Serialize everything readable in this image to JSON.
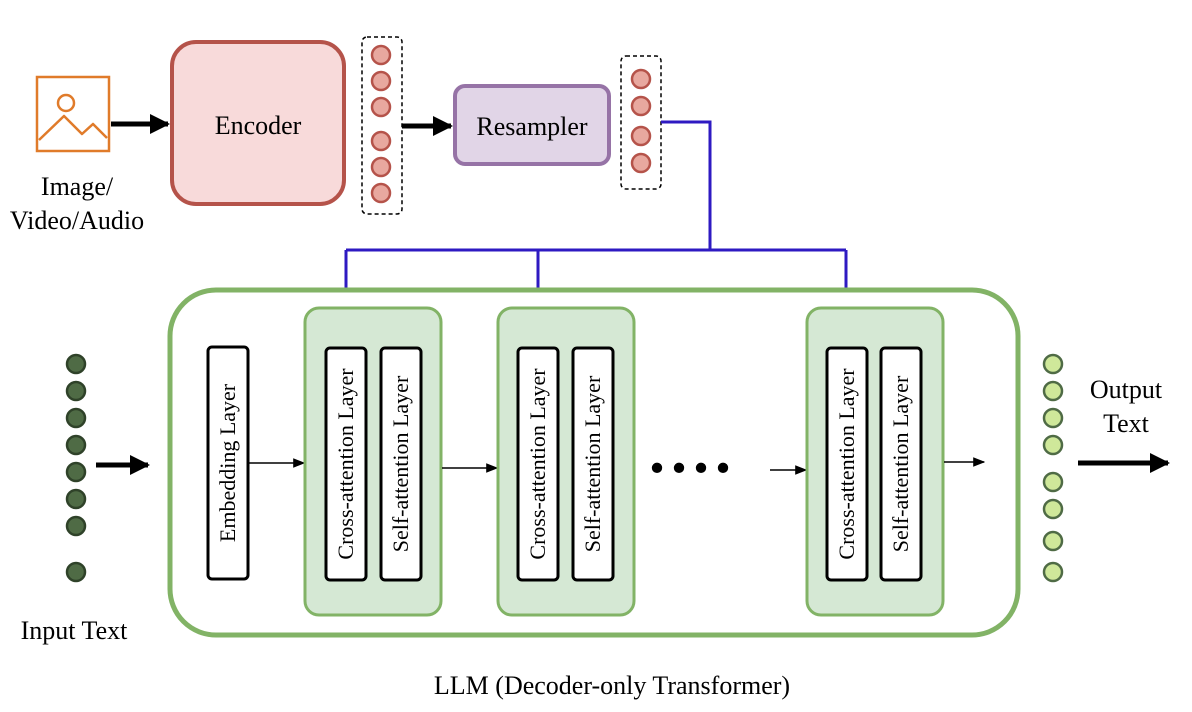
{
  "inputs": {
    "media_label_line1": "Image/",
    "media_label_line2": "Video/Audio",
    "text_label": "Input Text"
  },
  "blocks": {
    "encoder": "Encoder",
    "resampler": "Resampler"
  },
  "llm": {
    "embedding_layer": "Embedding Layer",
    "cross_attention_layer": "Cross-attention Layer",
    "self_attention_layer": "Self-attention Layer",
    "ellipsis": "....",
    "caption": "LLM (Decoder-only Transformer)"
  },
  "output": {
    "label_line1": "Output",
    "label_line2": "Text"
  },
  "colors": {
    "encoder_fill": "#f8dada",
    "encoder_stroke": "#b5534a",
    "resampler_fill": "#e1d5e7",
    "resampler_stroke": "#9673a6",
    "llm_stroke": "#82b366",
    "llm_block_fill": "#d5e8d4",
    "input_token_fill": "#4f6b45",
    "output_token_fill": "#cfe89a",
    "token_fill": "#e8a89f",
    "connector": "#2e1ac2",
    "media_icon": "#e07b2a"
  }
}
